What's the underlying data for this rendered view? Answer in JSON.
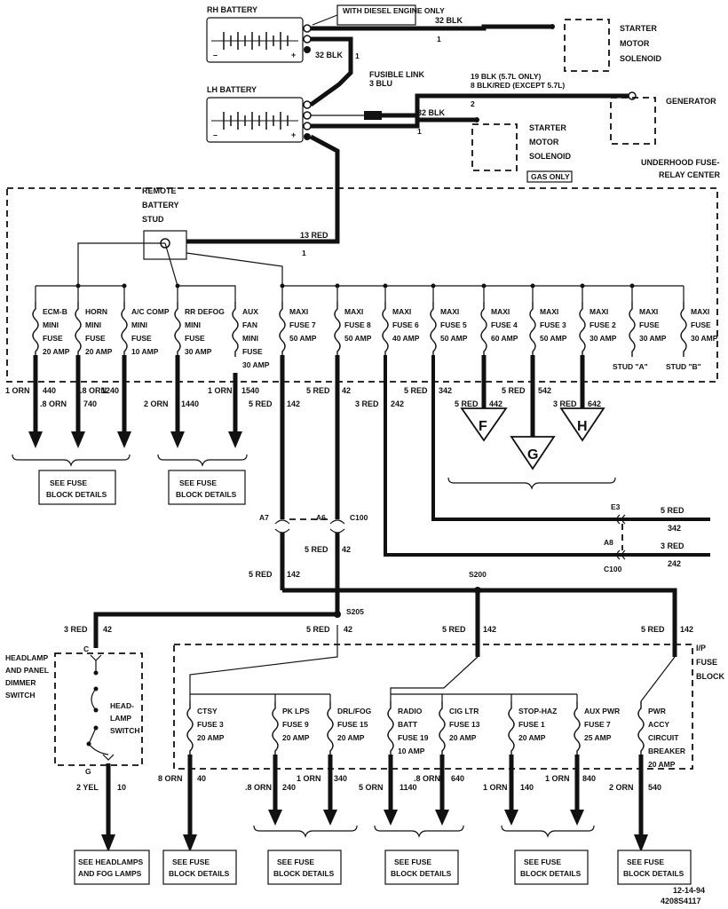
{
  "batteries": {
    "rh": {
      "label": "RH BATTERY",
      "note": "WITH DIESEL ENGINE ONLY"
    },
    "lh": {
      "label": "LH BATTERY"
    }
  },
  "top_wires": {
    "rh_starter": {
      "size_color": "32 BLK",
      "circuit": "1"
    },
    "rh_to_lh": {
      "size_color": "32 BLK",
      "circuit": "1"
    },
    "fusible_link": {
      "label": "FUSIBLE LINK",
      "size_color": "3 BLU"
    },
    "generator_wire": {
      "line1": "19 BLK (5.7L ONLY)",
      "line2": "8 BLK/RED (EXCEPT 5.7L)",
      "circuit": "2"
    },
    "lh_starter": {
      "size_color": "32 BLK",
      "circuit": "1"
    },
    "remote_stud_wire": {
      "size_color": "13 RED",
      "circuit": "1"
    }
  },
  "components": {
    "starter_diesel": [
      "STARTER",
      "MOTOR",
      "SOLENOID"
    ],
    "generator": "GENERATOR",
    "starter_gas": [
      "STARTER",
      "MOTOR",
      "SOLENOID"
    ],
    "gas_only": "GAS ONLY",
    "underhood_center": [
      "UNDERHOOD FUSE-",
      "RELAY CENTER"
    ],
    "remote_stud": [
      "REMOTE",
      "BATTERY",
      "STUD"
    ]
  },
  "underhood_fuses": [
    {
      "lines": [
        "ECM-B",
        "MINI",
        "FUSE",
        "20 AMP"
      ]
    },
    {
      "lines": [
        "HORN",
        "MINI",
        "FUSE",
        "20 AMP"
      ]
    },
    {
      "lines": [
        "A/C COMP",
        "MINI",
        "FUSE",
        "10 AMP"
      ]
    },
    {
      "lines": [
        "RR DEFOG",
        "MINI",
        "FUSE",
        "30 AMP"
      ]
    },
    {
      "lines": [
        "AUX",
        "FAN",
        "MINI",
        "FUSE",
        "30 AMP"
      ]
    },
    {
      "lines": [
        "MAXI",
        "FUSE 7",
        "50 AMP"
      ]
    },
    {
      "lines": [
        "MAXI",
        "FUSE 8",
        "50 AMP"
      ]
    },
    {
      "lines": [
        "MAXI",
        "FUSE 6",
        "40 AMP"
      ]
    },
    {
      "lines": [
        "MAXI",
        "FUSE 5",
        "50 AMP"
      ]
    },
    {
      "lines": [
        "MAXI",
        "FUSE 4",
        "60 AMP"
      ]
    },
    {
      "lines": [
        "MAXI",
        "FUSE 3",
        "50 AMP"
      ]
    },
    {
      "lines": [
        "MAXI",
        "FUSE 2",
        "30 AMP"
      ]
    },
    {
      "lines": [
        "MAXI",
        "FUSE",
        "30 AMP"
      ]
    },
    {
      "lines": [
        "MAXI",
        "FUSE",
        "30 AMP"
      ]
    }
  ],
  "studs": {
    "a": "STUD \"A\"",
    "b": "STUD \"B\""
  },
  "underhood_out_wires": {
    "w1": {
      "sc": "1 ORN",
      "circ": "440"
    },
    "w2": {
      "sc": ".8 ORN",
      "circ": "740"
    },
    "w3": {
      "sc": ".8 ORN",
      "circ": "1240"
    },
    "w4": {
      "sc": "2 ORN",
      "circ": "1440"
    },
    "w5": {
      "sc": "1 ORN",
      "circ": "1540"
    },
    "w6": {
      "sc": "5 RED",
      "circ": "142"
    },
    "w7": {
      "sc": "5 RED",
      "circ": "42"
    },
    "w8": {
      "sc": "3 RED",
      "circ": "242"
    },
    "w9": {
      "sc": "5 RED",
      "circ": "342"
    },
    "w10": {
      "sc": "5 RED",
      "circ": "442"
    },
    "w11": {
      "sc": "5 RED",
      "circ": "542"
    },
    "w12": {
      "sc": "3 RED",
      "circ": "642"
    }
  },
  "connectors": {
    "F": "F",
    "G": "G",
    "H": "H",
    "A7": "A7",
    "A6": "A6",
    "C100": "C100",
    "E3": "E3",
    "A8": "A8",
    "C100b": "C100",
    "S200": "S200",
    "S205": "S205"
  },
  "see_fuse": "SEE FUSE",
  "block_details": "BLOCK DETAILS",
  "right_wires": {
    "e3": {
      "sc": "5 RED",
      "circ": "342"
    },
    "a8": {
      "sc": "3 RED",
      "circ": "242"
    }
  },
  "mid_wires": {
    "c100_42": {
      "sc": "5 RED",
      "circ": "42"
    },
    "left_142": {
      "sc": "5 RED",
      "circ": "142"
    },
    "hl_42": {
      "sc": "3 RED",
      "circ": "42"
    },
    "s205_42": {
      "sc": "5 RED",
      "circ": "42"
    },
    "s200_142": {
      "sc": "5 RED",
      "circ": "142"
    },
    "right_142": {
      "sc": "5 RED",
      "circ": "142"
    }
  },
  "headlamp": {
    "switch_title": [
      "HEADLAMP",
      "AND PANEL",
      "DIMMER",
      "SWITCH"
    ],
    "inner": [
      "HEAD-",
      "LAMP",
      "SWITCH"
    ],
    "c": "C",
    "g": "G",
    "out_sc": "2 YEL",
    "out_circ": "10",
    "see": [
      "SEE HEADLAMPS",
      "AND FOG LAMPS"
    ]
  },
  "ip_block": {
    "lines": [
      "I/P",
      "FUSE",
      "BLOCK"
    ]
  },
  "ip_fuses": [
    {
      "lines": [
        "CTSY",
        "FUSE 3",
        "20 AMP"
      ]
    },
    {
      "lines": [
        "PK LPS",
        "FUSE 9",
        "20 AMP"
      ]
    },
    {
      "lines": [
        "DRL/FOG",
        "FUSE 15",
        "20 AMP"
      ]
    },
    {
      "lines": [
        "RADIO",
        "BATT",
        "FUSE 19",
        "10 AMP"
      ]
    },
    {
      "lines": [
        "CIG LTR",
        "FUSE 13",
        "20 AMP"
      ]
    },
    {
      "lines": [
        "STOP-HAZ",
        "FUSE 1",
        "20 AMP"
      ]
    },
    {
      "lines": [
        "AUX PWR",
        "FUSE 7",
        "25 AMP"
      ]
    },
    {
      "lines": [
        "PWR",
        "ACCY",
        "CIRCUIT",
        "BREAKER",
        "20 AMP"
      ]
    }
  ],
  "ip_out_wires": {
    "o1": {
      "sc": "8 ORN",
      "circ": "40"
    },
    "o2": {
      "sc": ".8 ORN",
      "circ": "240"
    },
    "o3": {
      "sc": "1 ORN",
      "circ": "340"
    },
    "o4": {
      "sc": "5 ORN",
      "circ": "1140"
    },
    "o5": {
      "sc": ".8 ORN",
      "circ": "640"
    },
    "o6": {
      "sc": "1 ORN",
      "circ": "140"
    },
    "o7": {
      "sc": "1 ORN",
      "circ": "840"
    },
    "o8": {
      "sc": "2 ORN",
      "circ": "540"
    }
  },
  "footer": {
    "date": "12-14-94",
    "code": "4208S4117"
  }
}
